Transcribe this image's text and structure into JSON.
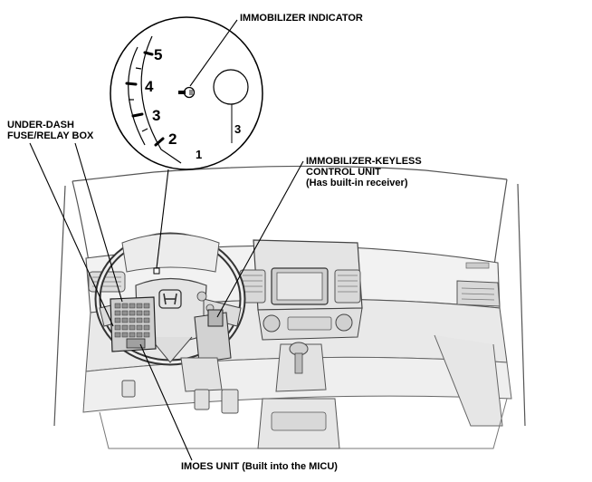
{
  "callouts": {
    "immobilizer_indicator": "IMMOBILIZER INDICATOR",
    "under_dash_fuse_line1": "UNDER-DASH",
    "under_dash_fuse_line2": "FUSE/RELAY BOX",
    "keyless_line1": "IMMOBILIZER-KEYLESS",
    "keyless_line2": "CONTROL UNIT",
    "keyless_line3": "(Has built-in receiver)",
    "imoes_unit": "IMOES UNIT (Built into the MICU)"
  },
  "gauge": {
    "numbers": [
      "5",
      "4",
      "3",
      "2",
      "1"
    ],
    "small_number": "3"
  }
}
